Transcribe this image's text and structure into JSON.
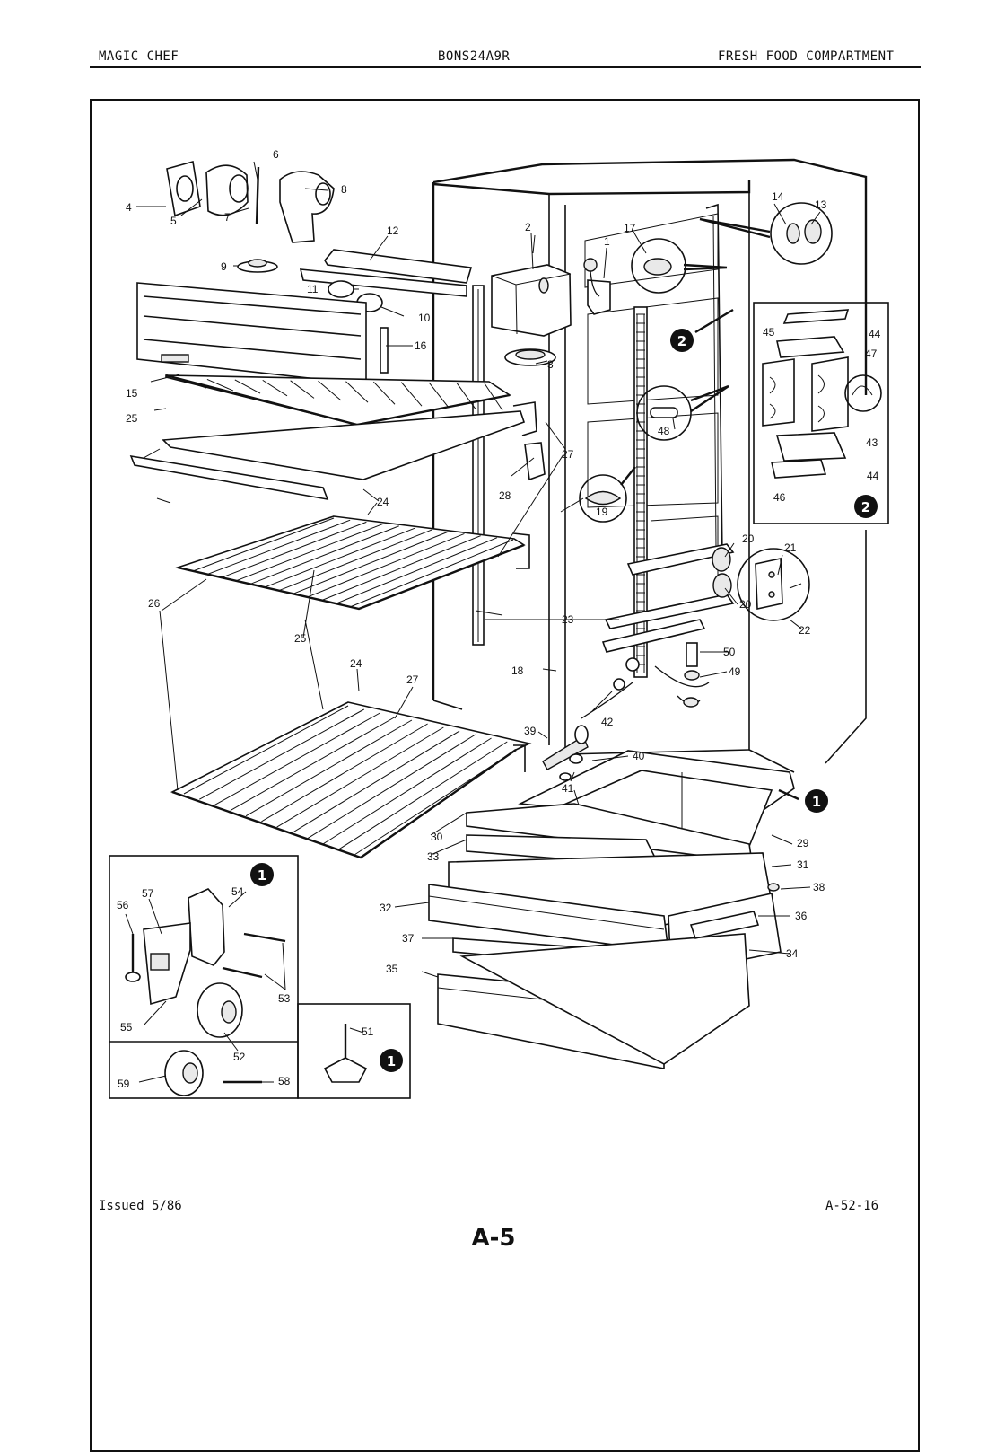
{
  "header": {
    "brand": "MAGIC CHEF",
    "model": "BONS24A9R",
    "section": "FRESH FOOD COMPARTMENT"
  },
  "footer": {
    "issued": "Issued 5/86",
    "code": "A-52-16",
    "page": "A-5"
  },
  "callouts": {
    "one": "1",
    "two": "2"
  },
  "part_labels": [
    "1",
    "2",
    "3",
    "4",
    "5",
    "6",
    "7",
    "8",
    "9",
    "10",
    "11",
    "12",
    "13",
    "14",
    "15",
    "16",
    "17",
    "18",
    "19",
    "20",
    "21",
    "22",
    "23",
    "24",
    "25",
    "26",
    "27",
    "28",
    "29",
    "30",
    "31",
    "32",
    "33",
    "34",
    "35",
    "36",
    "37",
    "38",
    "39",
    "40",
    "41",
    "42",
    "43",
    "44",
    "45",
    "46",
    "47",
    "48",
    "49",
    "50",
    "51",
    "52",
    "53",
    "54",
    "55",
    "56",
    "57",
    "58",
    "59"
  ]
}
